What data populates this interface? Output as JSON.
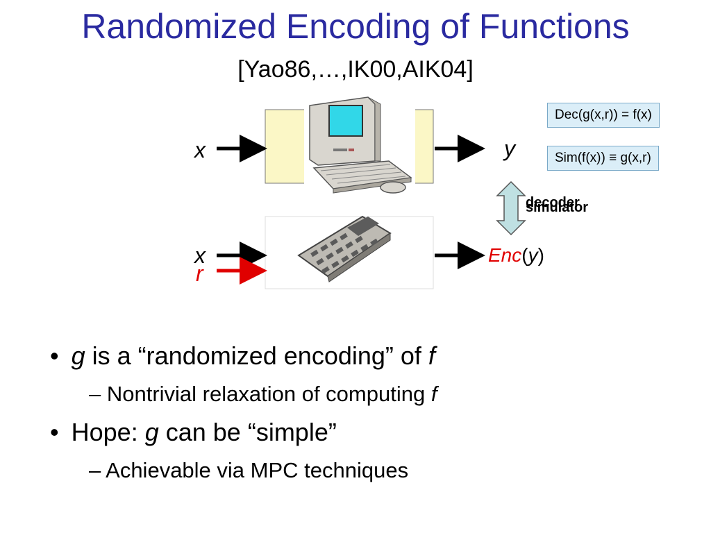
{
  "title": "Randomized Encoding of Functions",
  "citation": "[Yao86,…,IK00,AIK04]",
  "notes": {
    "dec": "Dec(g(x,r)) = f(x)",
    "sim": "Sim(f(x)) ≡ g(x,r)"
  },
  "labels": {
    "x_top": "x",
    "y_top": "y",
    "x_bottom": "x",
    "r_bottom": "r",
    "decoder": "decoder",
    "simulator": "simulator",
    "enc_prefix": "Enc",
    "enc_open": "(",
    "enc_var": "y",
    "enc_close": ")"
  },
  "bullets": [
    {
      "var": "g",
      "text": " is a “randomized encoding” of ",
      "var2": "f"
    },
    {
      "sub": "– Nontrivial relaxation of computing ",
      "var": "f"
    },
    {
      "prefix": "Hope: ",
      "var": "g",
      "text": " can be “simple”"
    },
    {
      "sub": "– Achievable via MPC techniques"
    }
  ],
  "colors": {
    "title": "#2a2aa0",
    "box_fill": "#fbf7c6",
    "note_fill": "#dbeef8",
    "arrow_fill": "#bfe0e2",
    "random_input": "#e00000"
  },
  "icons": [
    "computer-icon",
    "calculator-icon"
  ]
}
